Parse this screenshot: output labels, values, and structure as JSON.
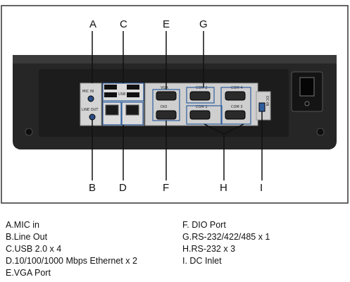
{
  "diagram": {
    "top_letters": [
      "A",
      "C",
      "E",
      "G"
    ],
    "bottom_letters": [
      "B",
      "D",
      "F",
      "H",
      "I"
    ],
    "panel_labels": {
      "mic_in": "MIC IN",
      "line_out": "LINE OUT",
      "usb": "USB",
      "vga": "VGA",
      "dio": "DIO",
      "com2": "COM 2",
      "com1": "COM 1",
      "com3": "COM 3",
      "com4": "COM 4",
      "dc_in": "DC-IN"
    }
  },
  "legend": {
    "left": [
      "A.MIC in",
      "B.Line Out",
      "C.USB 2.0 x 4",
      "D.10/100/1000 Mbps Ethernet x 2",
      "E.VGA Port"
    ],
    "right": [
      "F. DIO Port",
      "G.RS-232/422/485 x 1",
      "H.RS-232 x 3",
      "I. DC Inlet"
    ]
  },
  "colors": {
    "chassis": "#262626",
    "panel": "#cfcfcf",
    "io_plate": "#e6e6e6",
    "dc_switch": "#2f5f9e"
  }
}
